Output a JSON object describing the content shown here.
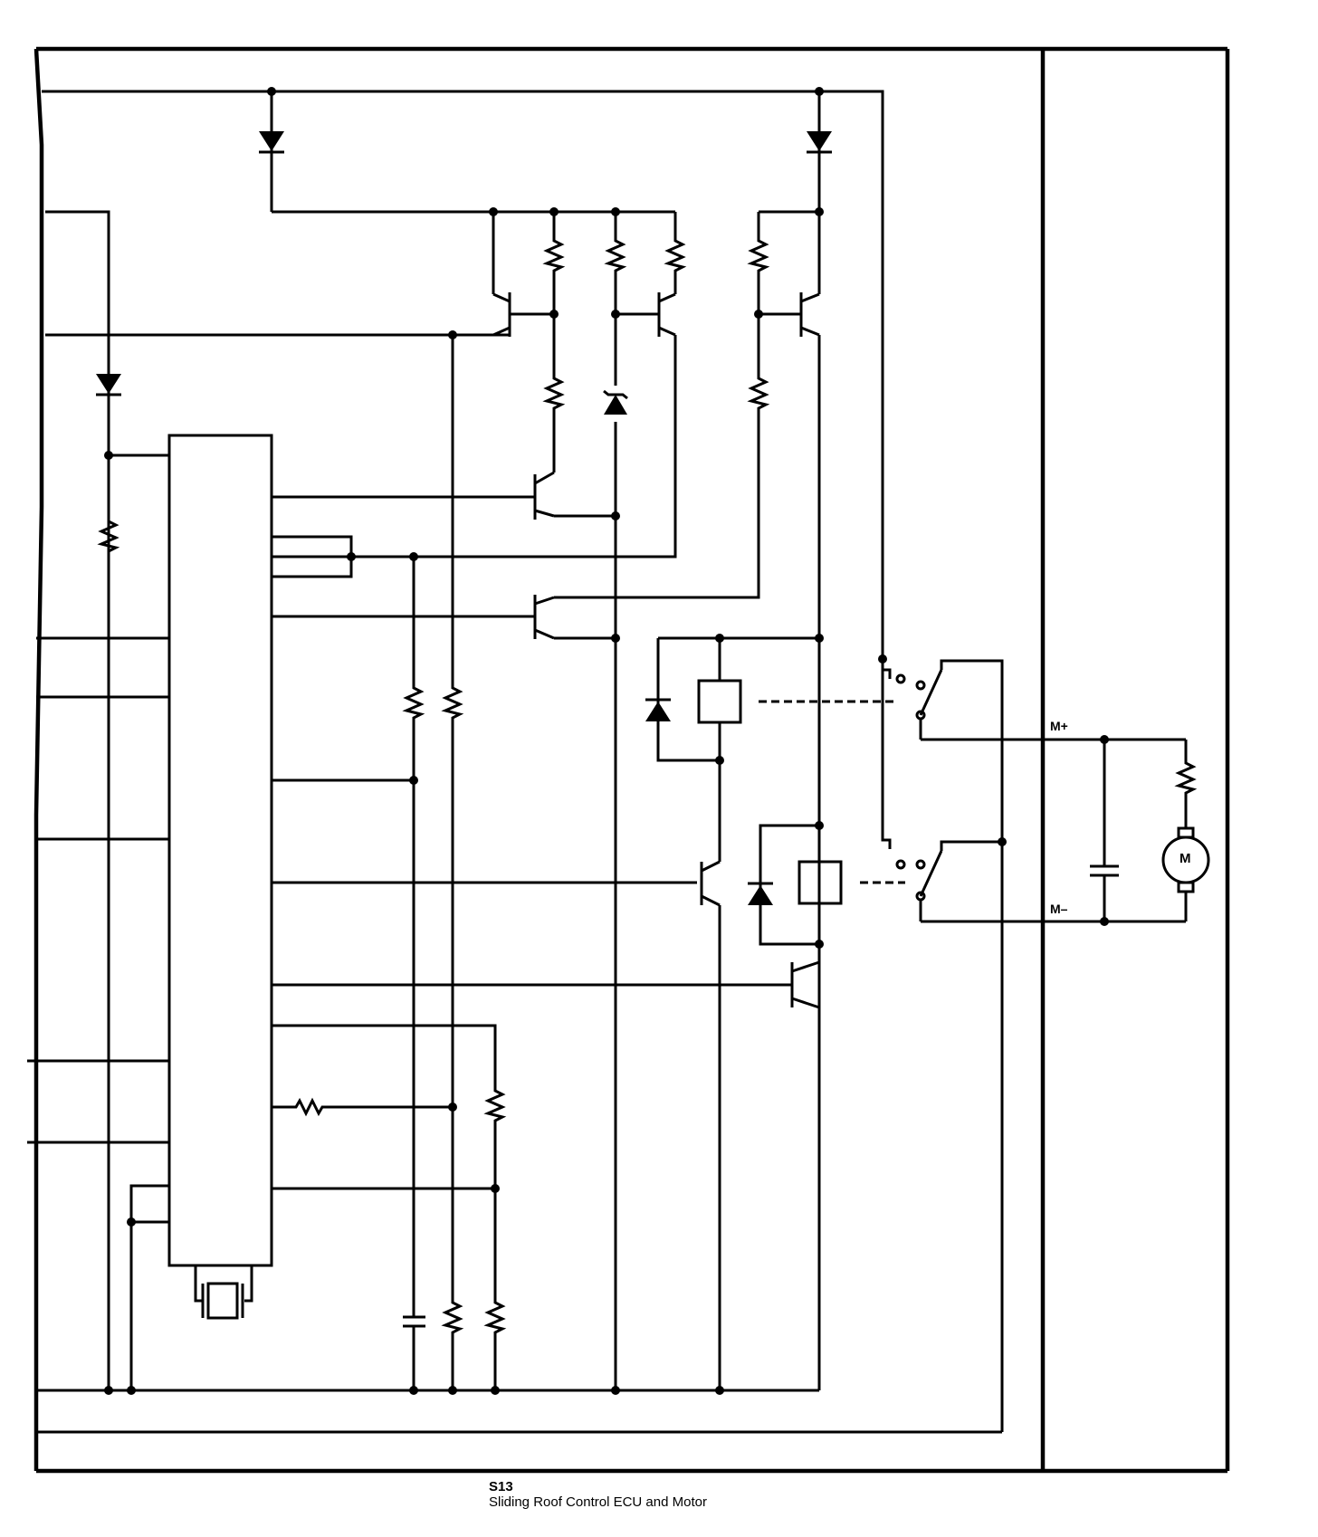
{
  "component": {
    "code": "S13",
    "name": "Sliding Roof Control ECU and Motor"
  },
  "terminals": {
    "motor_plus": "M+",
    "motor_minus": "M–"
  },
  "motor": {
    "symbol": "M"
  },
  "colors": {
    "line": "#000000",
    "background": "#ffffff"
  }
}
